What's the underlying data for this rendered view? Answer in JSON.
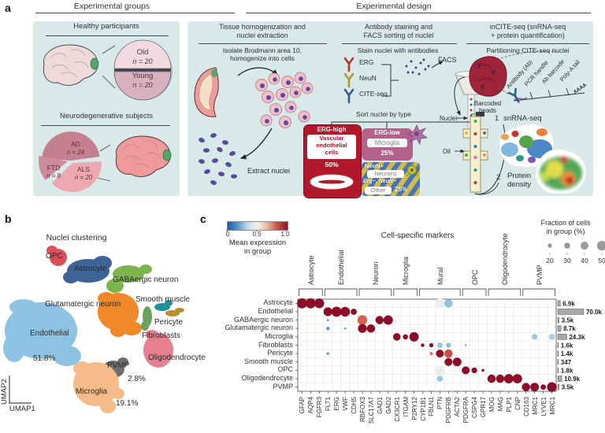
{
  "colors": {
    "panel_bg": "#d9e8e9",
    "red_box": "#b2182b",
    "purple_box": "#b4618c",
    "stripe_blue": "#4a74b8",
    "stripe_yellow": "#cdbd4e",
    "dot_high": "#8c0d28",
    "dot_low": "#2166ac",
    "bar_fill": "#a8a8a8"
  },
  "panel_a": {
    "label": "a",
    "groups_header": "Experimental groups",
    "design_header": "Experimental design",
    "healthy": {
      "title": "Healthy participants",
      "pie": [
        {
          "label": "Old",
          "n": "n = 20"
        },
        {
          "label": "Young",
          "n": "n = 20"
        }
      ]
    },
    "neuro": {
      "title": "Neurodegenerative subjects",
      "pie": [
        {
          "label": "AD",
          "n": "n = 24"
        },
        {
          "label": "FTD",
          "n": "n = 8"
        },
        {
          "label": "ALS",
          "n": "n = 20"
        }
      ]
    },
    "tissue": {
      "title_line1": "Tissue homogenization and",
      "title_line2": "nuclei extraction",
      "step_line1": "Isolate Brodmann area 10,",
      "step_line2": "homogenize into cells",
      "extract_label": "Extract nuclei"
    },
    "stain": {
      "title_line1": "Antibody staining and",
      "title_line2": "FACS sorting of nuclei",
      "subtitle": "Stain nuclei with antibodies",
      "antibodies": [
        "ERG",
        "NeuN",
        "CITE-seq"
      ],
      "facs_label": "FACS",
      "sort_label": "Sort nuclei by type",
      "erg_high": {
        "header": "ERG-high",
        "line1": "Vascular",
        "line2": "endothelial",
        "line3": "cells",
        "pct": "50%"
      },
      "erg_low": {
        "header": "ERG-low",
        "body": "Microglia",
        "pct": "25%"
      },
      "neun_box": {
        "line1": "NeuN+",
        "pill1": "Neurons",
        "line2": "Erg−, NeuN−",
        "pill2": "Other",
        "pct": "25%"
      }
    },
    "incite": {
      "title_line1": "inCITE-seq (snRNA-seq",
      "title_line2": "+ protein quantification)",
      "subtitle": "Partitioning CITE-seq nuclei",
      "construct_labels": [
        "Antibody (Ab)",
        "PCR handle",
        "Ab barcode",
        "Poly-A tail"
      ],
      "tail_seq": "AAAA",
      "beads_line1": "Barcoded",
      "beads_line2": "beads",
      "nuclei_label": "Nuclei",
      "oil_label": "Oil",
      "out1_num": "1",
      "out1_label": "snRNA-seq",
      "out2_num": "2",
      "out2_line1": "Protein",
      "out2_line2": "density"
    }
  },
  "panel_b": {
    "label": "b",
    "title": "Nuclei clustering",
    "x_axis": "UMAP1",
    "y_axis": "UMAP2"
  },
  "panel_c": {
    "label": "c",
    "title": "Cell-specific markers",
    "colorbar": {
      "tick0": "0",
      "tick1": "0.5",
      "tick2": "1.0",
      "label_line1": "Mean expression",
      "label_line2": "in group"
    },
    "size_legend": {
      "label_line1": "Fraction of cells",
      "label_line2": "in group (%)"
    }
  },
  "chart_data": [
    {
      "type": "scatter",
      "subtype": "umap",
      "title": "Nuclei clustering",
      "xlabel": "UMAP1",
      "ylabel": "UMAP2",
      "clusters": [
        {
          "name": "OPC",
          "color": "#d85058",
          "label": [
            58,
            320
          ],
          "ellipses": [
            [
              74,
              327,
              11,
              11
            ],
            [
              66,
              318,
              7,
              6
            ]
          ]
        },
        {
          "name": "Astrocyte",
          "color": "#3d6494",
          "label": [
            94,
            336
          ],
          "ellipses": [
            [
              112,
              344,
              27,
              15
            ],
            [
              90,
              352,
              10,
              8
            ],
            [
              130,
              334,
              12,
              9
            ]
          ]
        },
        {
          "name": "GABAergic neuron",
          "color": "#7db44e",
          "label": [
            143,
            350
          ],
          "ellipses": [
            [
              163,
              348,
              20,
              11
            ],
            [
              146,
              363,
              11,
              9
            ],
            [
              185,
              342,
              8,
              6
            ]
          ]
        },
        {
          "name": "Glutamatergic neuron",
          "color": "#f08728",
          "label": [
            57,
            381
          ],
          "ellipses": [
            [
              150,
              396,
              26,
              24
            ],
            [
              135,
              379,
              11,
              8
            ],
            [
              167,
              417,
              13,
              9
            ],
            [
              150,
              420,
              10,
              8
            ]
          ]
        },
        {
          "name": "Smooth muscle",
          "color": "#1f8f99",
          "label": [
            172,
            375
          ],
          "ellipses": [
            [
              206,
              390,
              10,
              5
            ],
            [
              214,
              385,
              5,
              4
            ]
          ]
        },
        {
          "name": "Pericyte",
          "color": "#b98e2e",
          "label": [
            196,
            404
          ],
          "ellipses": [
            [
              219,
              398,
              9,
              4
            ],
            [
              228,
              394,
              6,
              3
            ]
          ]
        },
        {
          "name": "Fibroblasts",
          "color": "#69a35e",
          "label": [
            180,
            421
          ],
          "ellipses": [
            [
              187,
              402,
              6,
              13
            ],
            [
              184,
              414,
              5,
              6
            ]
          ]
        },
        {
          "name": "Endothelial",
          "color": "#8cc2e2",
          "pct": "51.8%",
          "pct_pos": [
            42,
            450
          ],
          "label": [
            38,
            418
          ],
          "ellipses": [
            [
              52,
              420,
              46,
              36
            ],
            [
              18,
              442,
              14,
              18
            ],
            [
              85,
              452,
              18,
              13
            ],
            [
              30,
              390,
              18,
              10
            ]
          ]
        },
        {
          "name": "Oligodendrocyte",
          "color": "#e5808f",
          "label": [
            188,
            449
          ],
          "ellipses": [
            [
              201,
              445,
              19,
              22
            ],
            [
              193,
              425,
              8,
              6
            ]
          ]
        },
        {
          "name": "PVMP",
          "color": "#6e6e6e",
          "pct": "2.8%",
          "pct_pos": [
            162,
            476
          ],
          "label": [
            136,
            459
          ],
          "ellipses": [
            [
              144,
              469,
              14,
              11
            ],
            [
              156,
              460,
              7,
              6
            ]
          ]
        },
        {
          "name": "Microglia",
          "color": "#f5bb88",
          "pct": "19.1%",
          "pct_pos": [
            147,
            507
          ],
          "label": [
            96,
            492
          ],
          "ellipses": [
            [
              122,
              488,
              29,
              28
            ],
            [
              104,
              468,
              11,
              9
            ],
            [
              137,
              516,
              10,
              9
            ],
            [
              150,
              500,
              8,
              7
            ]
          ]
        }
      ]
    },
    {
      "type": "scatter",
      "subtype": "dotplot",
      "title": "Cell-specific markers",
      "colorbar_label": "Mean expression in group",
      "colorbar_ticks": [
        0,
        0.5,
        1.0
      ],
      "size_legend_label": "Fraction of cells in group (%)",
      "size_ticks": [
        20,
        30,
        40,
        50
      ],
      "rows": [
        "Astrocyte",
        "Endothelial",
        "GABAergic neuron",
        "Glutamatergic neuron",
        "Microglia",
        "Fibroblasts",
        "Pericyte",
        "Smooth muscle",
        "OPC",
        "Oligodendrocyte",
        "PVMP"
      ],
      "row_totals": [
        "6.9k",
        "70.0k",
        "3.5k",
        "8.7k",
        "24.3k",
        "1.6k",
        "1.4k",
        "347",
        "1.8k",
        "10.9k",
        "3.5k"
      ],
      "row_totals_k": [
        6.9,
        70,
        3.5,
        8.7,
        24.3,
        1.6,
        1.4,
        0.347,
        1.8,
        10.9,
        3.5
      ],
      "genes": [
        "GFAP",
        "AQP4",
        "FGFR3",
        "FLT1",
        "ERG",
        "VWF",
        "CDH5",
        "RBFOX3",
        "SLC17A7",
        "GAD1",
        "GAD2",
        "CX3CR1",
        "ITGAM",
        "P2RY12",
        "CYP1B1",
        "FBLN1",
        "PTN",
        "PDGFRB",
        "ACTA2",
        "PDGFRA",
        "CSPG4",
        "GPR17",
        "MOG",
        "MAG",
        "PLP1",
        "CNP",
        "CD163",
        "MRC1",
        "LYVE1",
        "MRC1"
      ],
      "gene_groups": [
        {
          "label": "Astrocyte",
          "start": 0,
          "end": 2
        },
        {
          "label": "Endothelial",
          "start": 3,
          "end": 6
        },
        {
          "label": "Neuron",
          "start": 7,
          "end": 10
        },
        {
          "label": "Microglia",
          "start": 11,
          "end": 13
        },
        {
          "label": "Mural",
          "start": 14,
          "end": 18
        },
        {
          "label": "OPC",
          "start": 19,
          "end": 21
        },
        {
          "label": "Oligodendrocyte",
          "start": 22,
          "end": 25
        },
        {
          "label": "PVMP",
          "start": 26,
          "end": 29
        }
      ],
      "dots": [
        [
          0,
          0,
          1,
          52
        ],
        [
          0,
          1,
          1,
          52
        ],
        [
          0,
          2,
          1,
          50
        ],
        [
          0,
          16,
          0.48,
          50
        ],
        [
          0,
          17,
          0.33,
          42
        ],
        [
          1,
          3,
          1,
          45
        ],
        [
          1,
          4,
          1,
          52
        ],
        [
          1,
          5,
          1,
          50
        ],
        [
          1,
          6,
          1,
          30
        ],
        [
          2,
          3,
          0.15,
          8
        ],
        [
          2,
          7,
          0.75,
          50
        ],
        [
          2,
          9,
          1,
          42
        ],
        [
          2,
          10,
          1,
          48
        ],
        [
          3,
          3,
          0.2,
          16
        ],
        [
          3,
          5,
          0.2,
          8
        ],
        [
          3,
          7,
          1,
          45
        ],
        [
          3,
          8,
          1,
          42
        ],
        [
          4,
          11,
          1,
          38
        ],
        [
          4,
          12,
          1,
          25
        ],
        [
          4,
          13,
          1,
          48
        ],
        [
          4,
          27,
          0.35,
          28
        ],
        [
          4,
          29,
          0.38,
          30
        ],
        [
          5,
          14,
          1,
          16
        ],
        [
          5,
          15,
          1,
          20
        ],
        [
          5,
          16,
          0.35,
          28
        ],
        [
          5,
          17,
          0.32,
          24
        ],
        [
          5,
          19,
          0.3,
          8
        ],
        [
          6,
          3,
          0.2,
          12
        ],
        [
          6,
          15,
          0.7,
          16
        ],
        [
          6,
          16,
          1,
          40
        ],
        [
          6,
          17,
          0.8,
          42
        ],
        [
          7,
          17,
          1,
          40
        ],
        [
          7,
          18,
          1,
          44
        ],
        [
          7,
          20,
          0.5,
          6
        ],
        [
          8,
          16,
          0.48,
          50
        ],
        [
          8,
          19,
          1,
          40
        ],
        [
          8,
          20,
          1,
          28
        ],
        [
          8,
          21,
          1,
          12
        ],
        [
          9,
          16,
          0.35,
          30
        ],
        [
          9,
          22,
          1,
          42
        ],
        [
          9,
          23,
          1,
          42
        ],
        [
          9,
          24,
          1,
          48
        ],
        [
          9,
          25,
          1,
          48
        ],
        [
          10,
          26,
          1,
          42
        ],
        [
          10,
          27,
          1,
          44
        ],
        [
          10,
          28,
          1,
          26
        ],
        [
          10,
          29,
          1,
          50
        ]
      ]
    }
  ]
}
